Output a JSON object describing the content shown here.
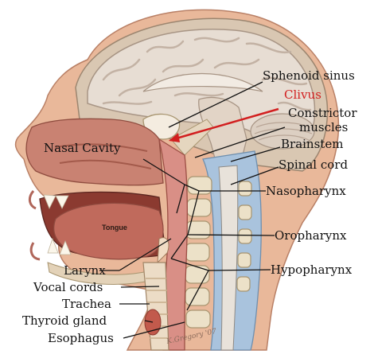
{
  "labels": {
    "sphenoid_sinus": "Sphenoid sinus",
    "clivus": "Clivus",
    "constrictor_line1": "Constrictor",
    "constrictor_line2": "muscles",
    "brainstem": "Brainstem",
    "spinal_cord": "Spinal cord",
    "nasopharynx": "Nasopharynx",
    "oropharynx": "Oropharynx",
    "hypopharynx": "Hypopharynx",
    "nasal_cavity": "Nasal Cavity",
    "tongue": "Tongue",
    "larynx": "Larynx",
    "vocal_cords": "Vocal cords",
    "trachea": "Trachea",
    "thyroid_gland": "Thyroid gland",
    "esophagus": "Esophagus"
  },
  "signature": "K.Gregory '07",
  "colors": {
    "skin": "#e9b89a",
    "brain": "#e7ddd3",
    "brain_fold": "#c3b2a4",
    "skull": "#d9c7b2",
    "muscle": "#c46a55",
    "pink_mucosa": "#d98f86",
    "spine_blue": "#a9c3dd",
    "vertebra": "#ece1c8",
    "clivus_red": "#d21f1f"
  }
}
